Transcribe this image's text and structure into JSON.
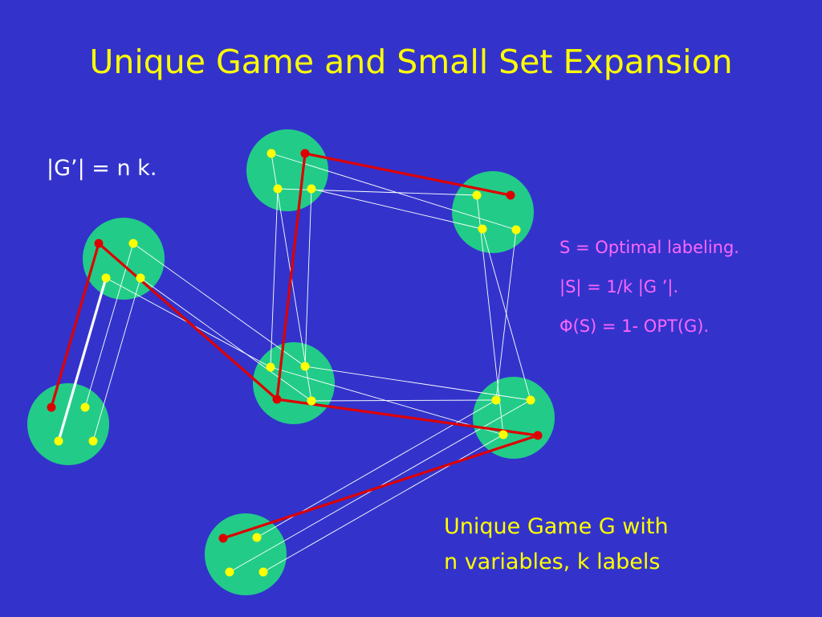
{
  "slide": {
    "title": "Unique Game and Small Set Expansion",
    "graph_size": "|G’| = n k.",
    "notes": [
      "S = Optimal labeling.",
      "|S|  =  1/k   |G ’|.",
      "Φ(S) = 1- OPT(G)."
    ],
    "caption": {
      "line1": "Unique Game  G   with",
      "line2": "n  variables,    k labels"
    }
  },
  "colors": {
    "background": "#3333cc",
    "title": "#ffff00",
    "cloud": "#22cc88",
    "vertex": "#ffff00",
    "labeling": "#dd0000",
    "edge": "#ffffff",
    "notes": "#ff66ff"
  }
}
